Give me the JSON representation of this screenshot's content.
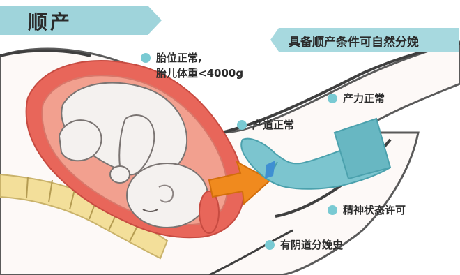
{
  "title": "顺产",
  "headline": "具备顺产条件可自然分娩",
  "conditions": [
    {
      "line1": "胎位正常,",
      "line2": "胎儿体重<4000g"
    },
    {
      "line1": "产力正常"
    },
    {
      "line1": "产道正常"
    },
    {
      "line1": "精神状态许可"
    },
    {
      "line1": "有阴道分娩史"
    }
  ],
  "colors": {
    "banner": "#9fd4db",
    "dot": "#79cad3",
    "uterus": "#e8665a",
    "baby_skin": "#f4f1ef",
    "arrow": "#f08a1e",
    "hand": "#7cc5cf",
    "spine": "#f3df9a"
  },
  "icons": [
    "bullet-dot-icon",
    "push-arrow-icon",
    "glove-hand-icon"
  ]
}
